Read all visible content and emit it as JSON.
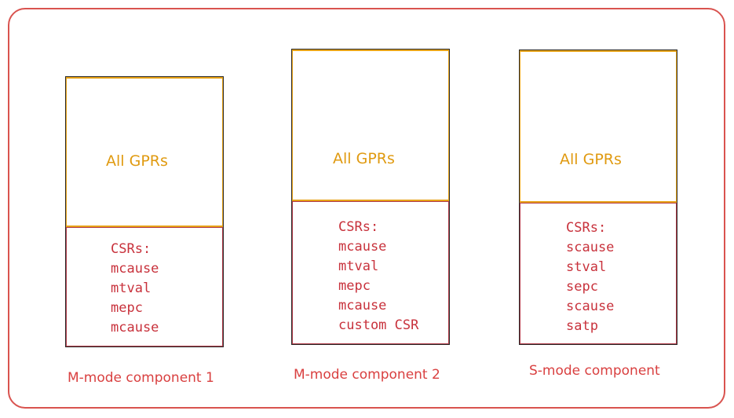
{
  "diagram": {
    "components": [
      {
        "gpr_label": "All GPRs",
        "csr_title": "CSRs:",
        "csrs": [
          "mcause",
          "mtval",
          "mepc",
          "mcause"
        ],
        "caption": "M-mode component 1"
      },
      {
        "gpr_label": "All GPRs",
        "csr_title": "CSRs:",
        "csrs": [
          "mcause",
          "mtval",
          "mepc",
          "mcause",
          "custom CSR"
        ],
        "caption": "M-mode component 2"
      },
      {
        "gpr_label": "All GPRs",
        "csr_title": "CSRs:",
        "csrs": [
          "scause",
          "stval",
          "sepc",
          "scause",
          "satp"
        ],
        "caption": "S-mode component"
      }
    ]
  }
}
